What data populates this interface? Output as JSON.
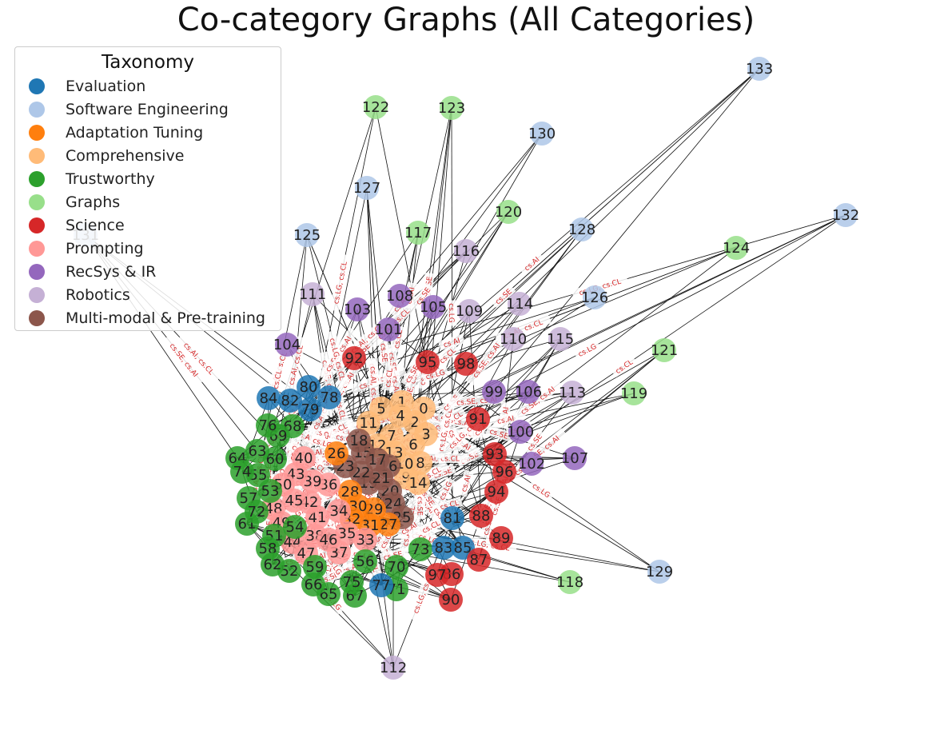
{
  "title": "Co-category Graphs (All Categories)",
  "legend": {
    "title": "Taxonomy",
    "items": [
      {
        "label": "Evaluation",
        "color": "#1f77b4"
      },
      {
        "label": "Software Engineering",
        "color": "#aec7e8"
      },
      {
        "label": "Adaptation Tuning",
        "color": "#ff7f0e"
      },
      {
        "label": "Comprehensive",
        "color": "#ffbb78"
      },
      {
        "label": "Trustworthy",
        "color": "#2ca02c"
      },
      {
        "label": "Graphs",
        "color": "#98df8a"
      },
      {
        "label": "Science",
        "color": "#d62728"
      },
      {
        "label": "Prompting",
        "color": "#ff9896"
      },
      {
        "label": "RecSys & IR",
        "color": "#9467bd"
      },
      {
        "label": "Robotics",
        "color": "#c5b0d5"
      },
      {
        "label": "Multi-modal & Pre-training",
        "color": "#8c564b"
      }
    ]
  },
  "edge_label_samples": [
    "cs.AI",
    "cs.CL",
    "cs.SE",
    "cs.LG, cs.CL",
    "cs.AI, cs.CL",
    "cs.LG",
    "cs.SE, cs.AI"
  ]
}
